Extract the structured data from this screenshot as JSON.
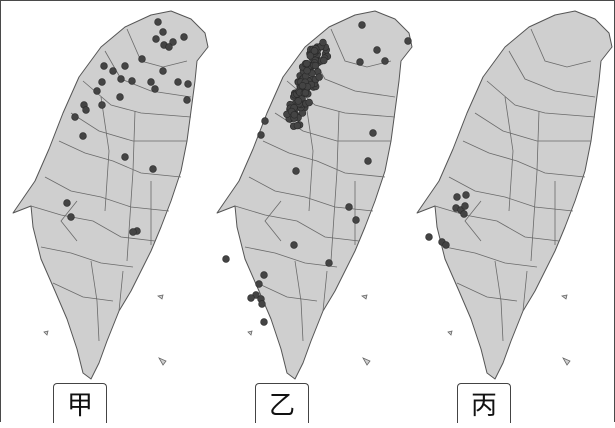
{
  "panels": [
    {
      "label": "甲",
      "points": [
        [
          157,
          21
        ],
        [
          155,
          38
        ],
        [
          163,
          44
        ],
        [
          172,
          41
        ],
        [
          183,
          36
        ],
        [
          162,
          31
        ],
        [
          168,
          46
        ],
        [
          141,
          58
        ],
        [
          124,
          65
        ],
        [
          112,
          70
        ],
        [
          120,
          78
        ],
        [
          103,
          65
        ],
        [
          101,
          81
        ],
        [
          96,
          90
        ],
        [
          119,
          96
        ],
        [
          131,
          80
        ],
        [
          162,
          70
        ],
        [
          150,
          81
        ],
        [
          154,
          88
        ],
        [
          177,
          81
        ],
        [
          187,
          83
        ],
        [
          186,
          99
        ],
        [
          83,
          104
        ],
        [
          101,
          104
        ],
        [
          74,
          116
        ],
        [
          85,
          109
        ],
        [
          124,
          156
        ],
        [
          152,
          168
        ],
        [
          82,
          135
        ],
        [
          66,
          202
        ],
        [
          70,
          216
        ],
        [
          136,
          230
        ],
        [
          132,
          231
        ]
      ]
    },
    {
      "label": "乙",
      "points": [
        [
          361,
          24
        ],
        [
          407,
          40
        ],
        [
          376,
          49
        ],
        [
          359,
          61
        ],
        [
          384,
          60
        ],
        [
          264,
          120
        ],
        [
          260,
          134
        ],
        [
          372,
          132
        ],
        [
          367,
          160
        ],
        [
          295,
          170
        ],
        [
          348,
          206
        ],
        [
          355,
          219
        ],
        [
          293,
          244
        ],
        [
          225,
          258
        ],
        [
          263,
          274
        ],
        [
          258,
          283
        ],
        [
          255,
          294
        ],
        [
          260,
          298
        ],
        [
          261,
          303
        ],
        [
          250,
          297
        ],
        [
          263,
          321
        ],
        [
          328,
          262
        ]
      ],
      "cluster_center": [
        306,
        90
      ],
      "cluster_count": 130
    },
    {
      "label": "丙",
      "points": [
        [
          456,
          196
        ],
        [
          465,
          194
        ],
        [
          455,
          207
        ],
        [
          460,
          209
        ],
        [
          464,
          205
        ],
        [
          463,
          213
        ],
        [
          441,
          241
        ],
        [
          445,
          244
        ],
        [
          428,
          236
        ]
      ]
    }
  ],
  "colors": {
    "dot": "#444444",
    "land": "#cfcfcf",
    "outline": "#555555"
  }
}
